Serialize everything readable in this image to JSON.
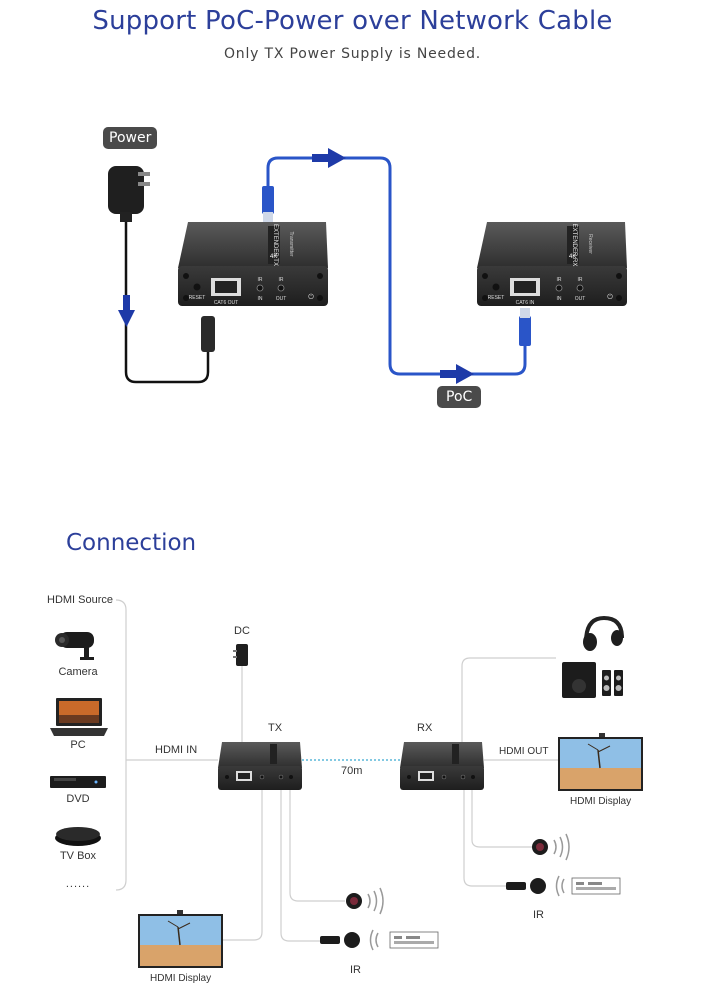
{
  "poc": {
    "title": "Support PoC-Power over Network Cable",
    "subtitle": "Only TX Power Supply is Needed.",
    "power_tag": "Power",
    "poc_tag": "PoC",
    "tx_unit": {
      "brand": "EXTENDER TX",
      "badge": "4K",
      "side": "Transmitter",
      "reset": "RESET",
      "port": "CAT6 OUT",
      "ir_in_top": "IR",
      "ir_in_bottom": "IN",
      "ir_out_top": "IR",
      "ir_out_bottom": "OUT"
    },
    "rx_unit": {
      "brand": "EXTENDER RX",
      "badge": "4K",
      "side": "Receiver",
      "reset": "RESET",
      "port": "CAT6 IN",
      "ir_in_top": "IR",
      "ir_in_bottom": "IN",
      "ir_out_top": "IR",
      "ir_out_bottom": "OUT"
    },
    "colors": {
      "cable": "#2a55c8",
      "arrow": "#1e3aa8",
      "title": "#2c3f9a",
      "tag_bg": "#4a4a4a"
    }
  },
  "connection": {
    "title": "Connection",
    "source_header": "HDMI Source",
    "sources": [
      {
        "label": "Camera",
        "icon": "camera-icon"
      },
      {
        "label": "PC",
        "icon": "laptop-icon"
      },
      {
        "label": "DVD",
        "icon": "dvd-player-icon"
      },
      {
        "label": "TV Box",
        "icon": "tv-box-icon"
      },
      {
        "label": "......",
        "icon": "more-icon"
      }
    ],
    "dc_label": "DC",
    "tx_label": "TX",
    "rx_label": "RX",
    "hdmi_in": "HDMI IN",
    "hdmi_out": "HDMI OUT",
    "distance": "70m",
    "display_right": "HDMI Display",
    "display_left": "HDMI Display",
    "ir_left": "IR",
    "ir_right": "IR"
  }
}
